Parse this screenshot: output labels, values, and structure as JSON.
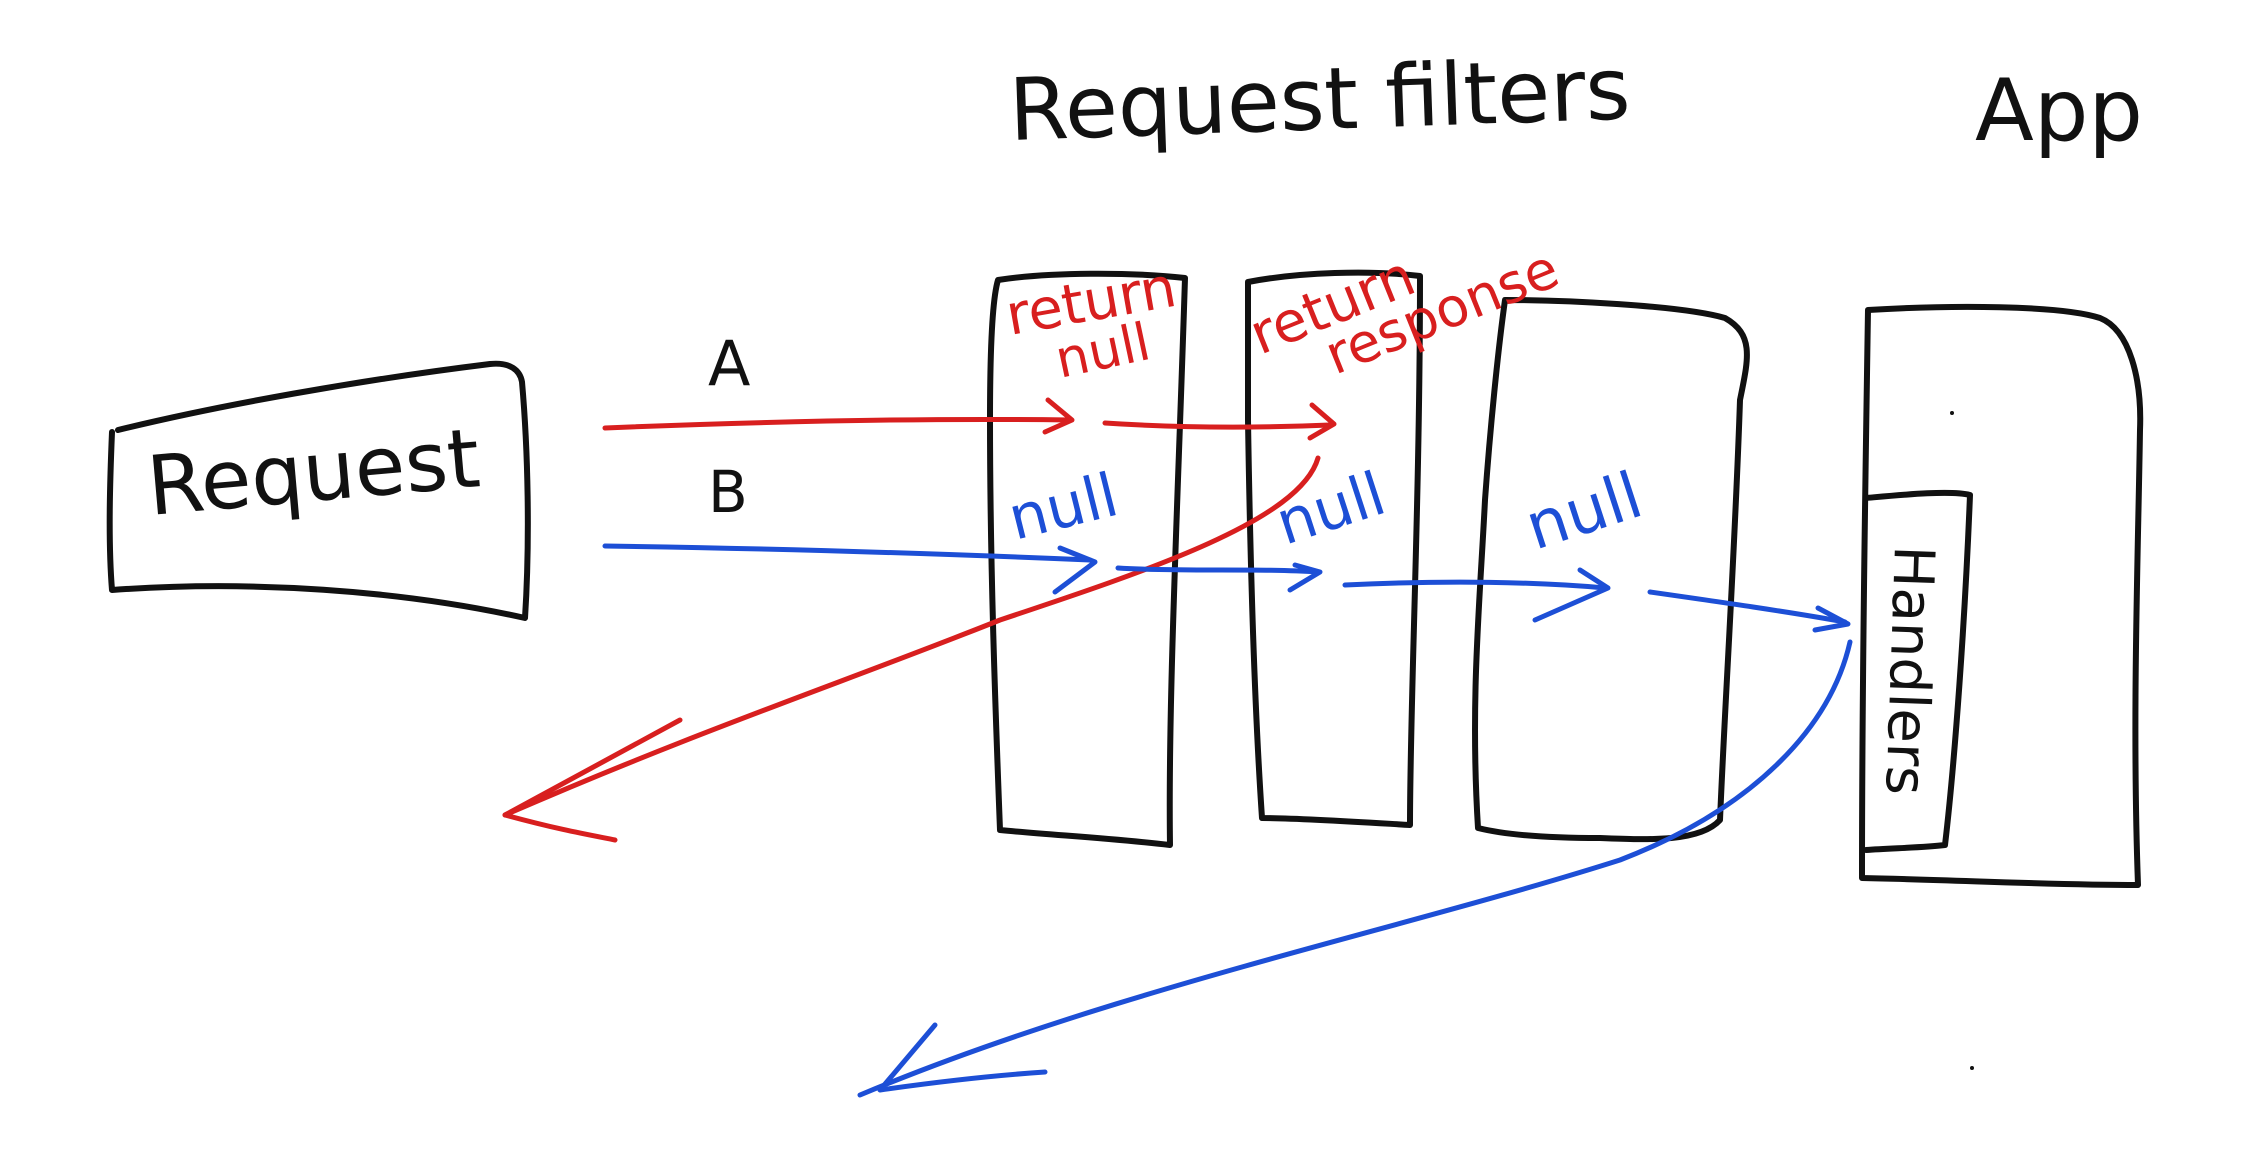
{
  "title": "Request filters",
  "app_label": "App",
  "request_label": "Request",
  "path_a_label": "A",
  "path_b_label": "B",
  "filter1_note_red": [
    "return",
    "null"
  ],
  "filter2_note_red": [
    "return",
    "response"
  ],
  "null_labels": [
    "null",
    "null",
    "null"
  ],
  "handlers_label": "Handlers",
  "colors": {
    "ink": "#111111",
    "path_a": "#d81f1f",
    "path_b": "#1d4fd6",
    "background": "#ffffff"
  }
}
